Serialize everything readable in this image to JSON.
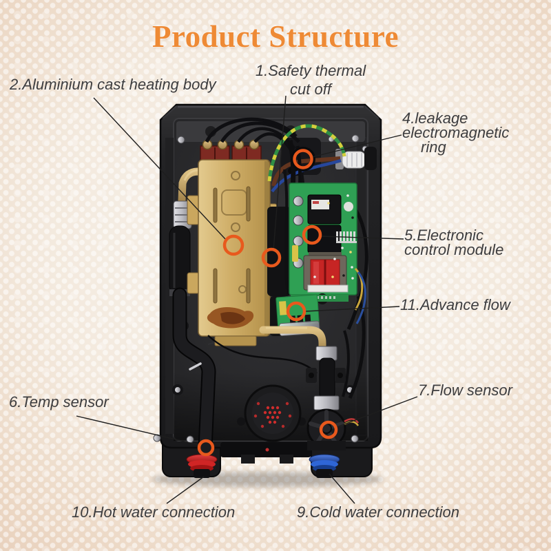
{
  "page": {
    "title": "Product Structure"
  },
  "colors": {
    "title_orange": "#ee8a35",
    "label_text": "#3d3d3f",
    "marker_orange": "#e8591d",
    "leader_line": "#1e1e1e",
    "bg_center": "#f8f3ec",
    "bg_edge": "#e3c7b2",
    "pcb_green": "#2fa054",
    "case_black": "#1d1d1f",
    "heating_body_gold": "#cfae68",
    "hot_connection_red": "#c81f1f",
    "cold_connection_blue": "#2453c0",
    "brass_pipe": "#bb9a58"
  },
  "labels": {
    "safety_thermal": {
      "line1": "1.Safety thermal",
      "line2": "cut off"
    },
    "heating_body": {
      "line1": "2.Aluminium cast heating body"
    },
    "leakage_ring": {
      "line1": "4.leakage",
      "line2": "electromagnetic",
      "line3": "ring"
    },
    "control_module": {
      "line1": "5.Electronic",
      "line2": "control module"
    },
    "advance_flow": {
      "line1": "11.Advance flow"
    },
    "temp_sensor": {
      "line1": "6.Temp sensor"
    },
    "flow_sensor": {
      "line1": "7.Flow sensor"
    },
    "hot_water": {
      "line1": "10.Hot water connection"
    },
    "cold_water": {
      "line1": "9.Cold water connection"
    }
  }
}
